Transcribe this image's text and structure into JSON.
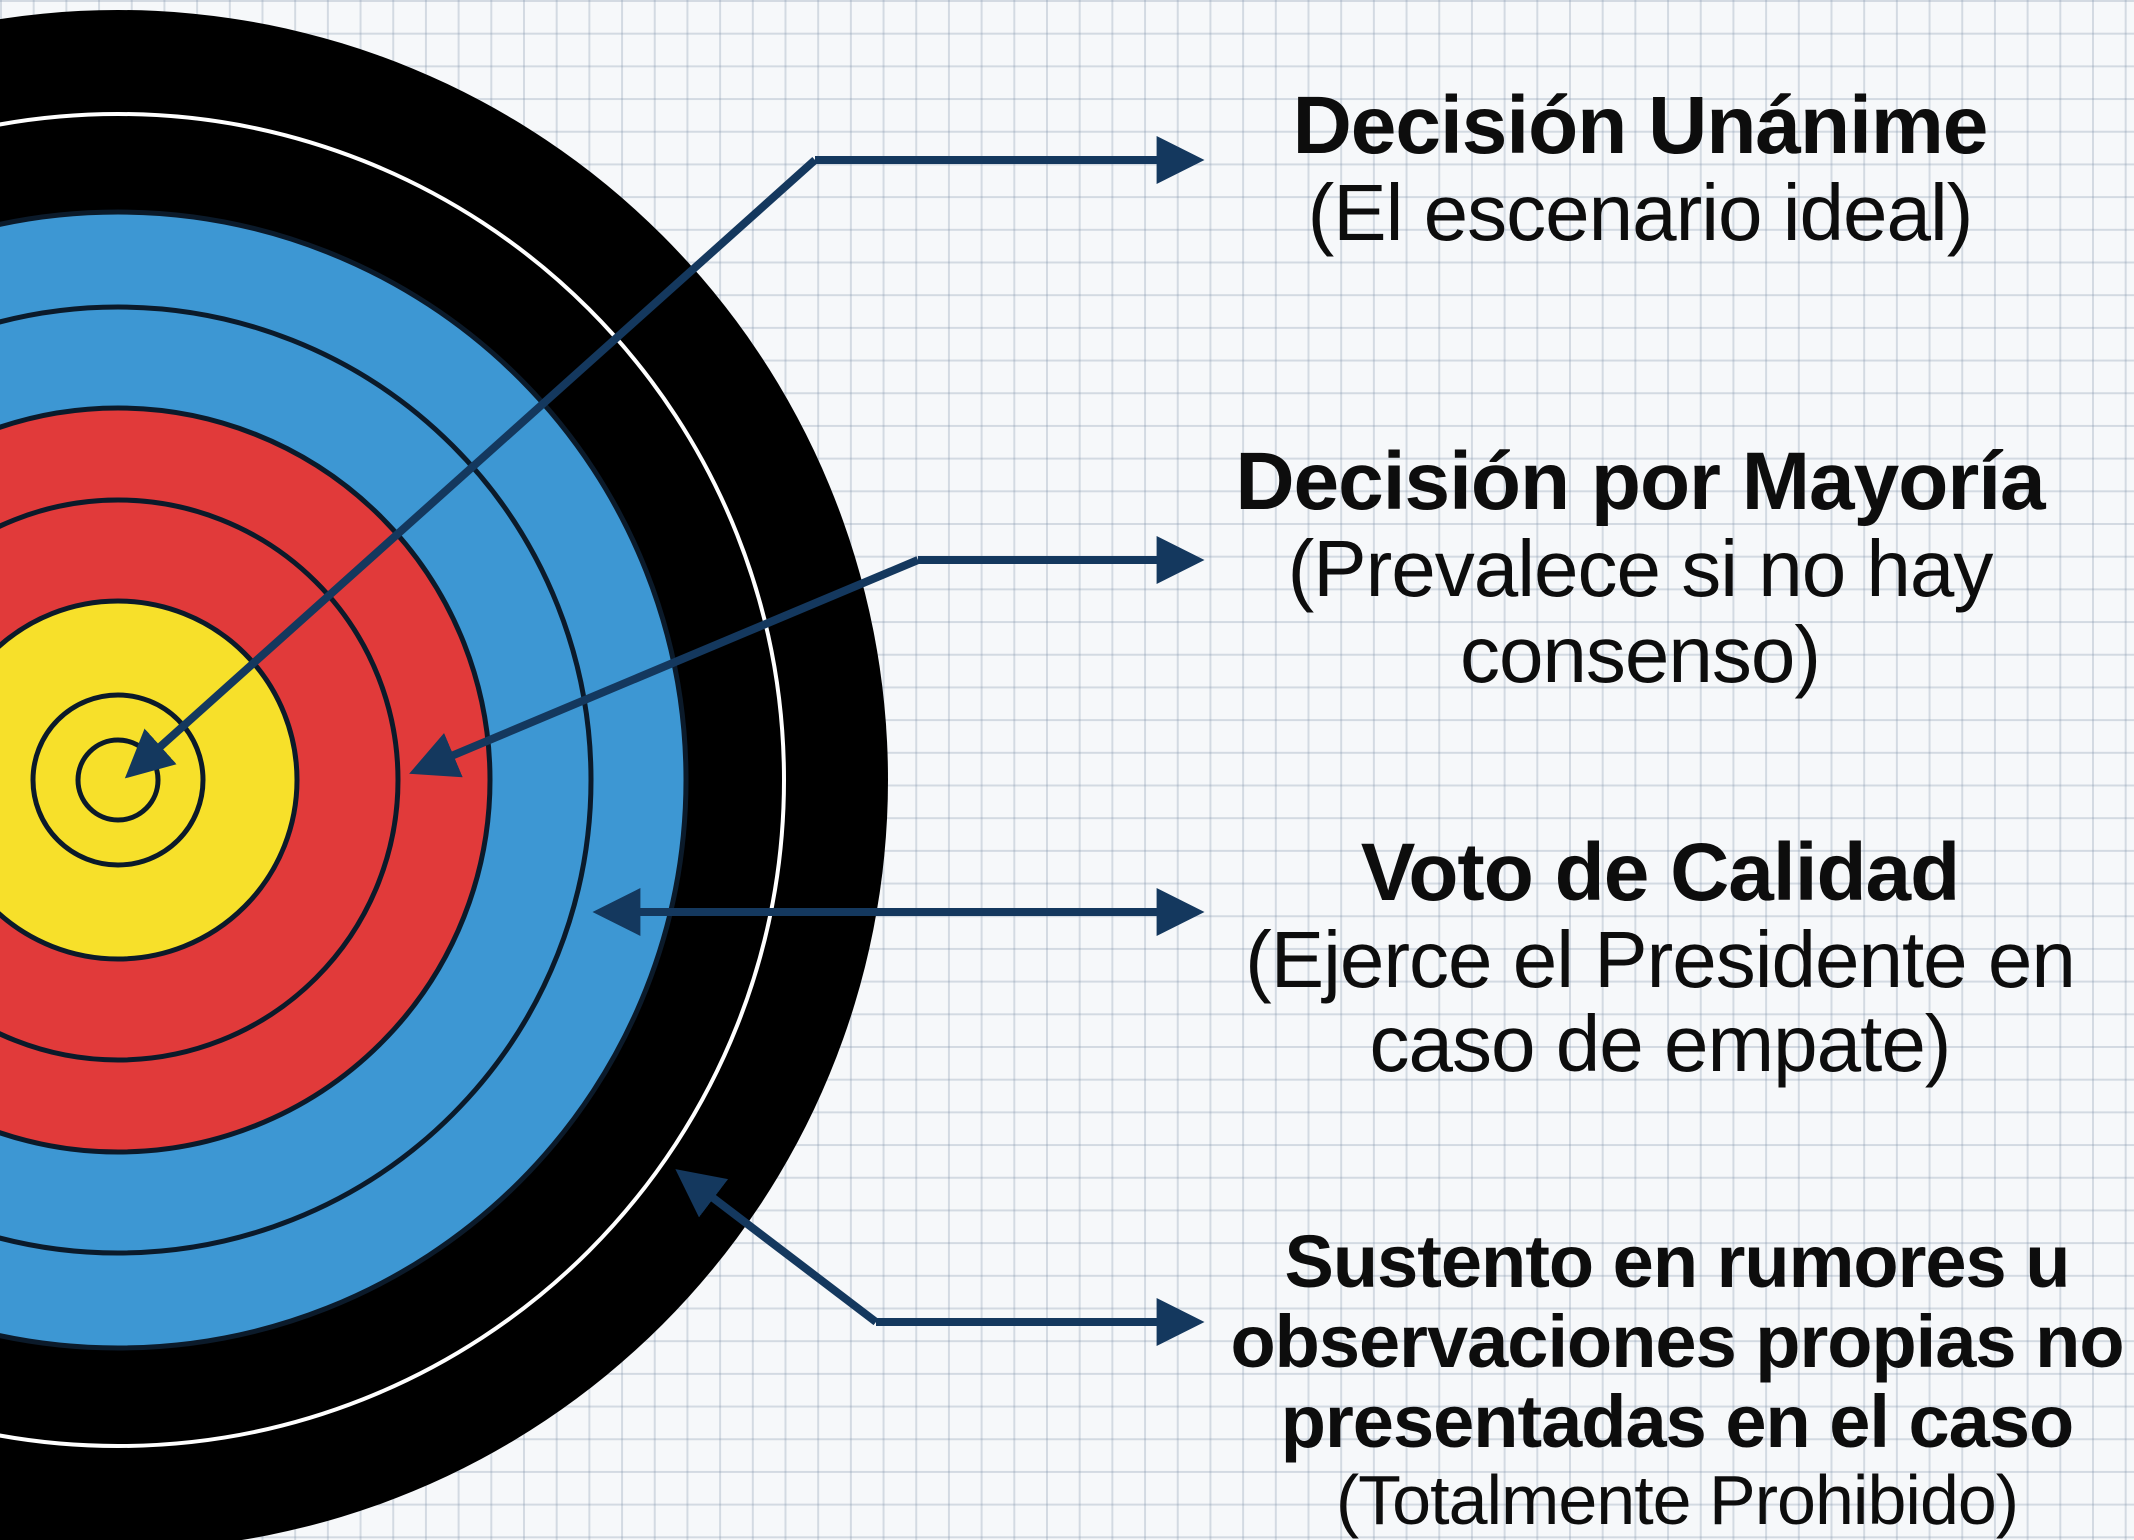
{
  "colors": {
    "ring_outer": "#000000",
    "ring_blue": "#3d97d3",
    "ring_red": "#e13a3a",
    "ring_yellow": "#f7e02a",
    "arrow": "#14385e",
    "grid_background": "#f6f8fa"
  },
  "labels": [
    {
      "title": "Decisión Unánime",
      "subtitle": "(El escenario ideal)",
      "target_ring": "yellow-center"
    },
    {
      "title": "Decisión por Mayoría",
      "subtitle": "(Prevalece si no hay consenso)",
      "target_ring": "red"
    },
    {
      "title": "Voto de Calidad",
      "subtitle": "(Ejerce el Presidente en caso de empate)",
      "target_ring": "blue"
    },
    {
      "title": "Sustento en rumores u observaciones propias no presentadas en el caso",
      "subtitle": "(Totalmente Prohibido)",
      "target_ring": "black-outer"
    }
  ]
}
